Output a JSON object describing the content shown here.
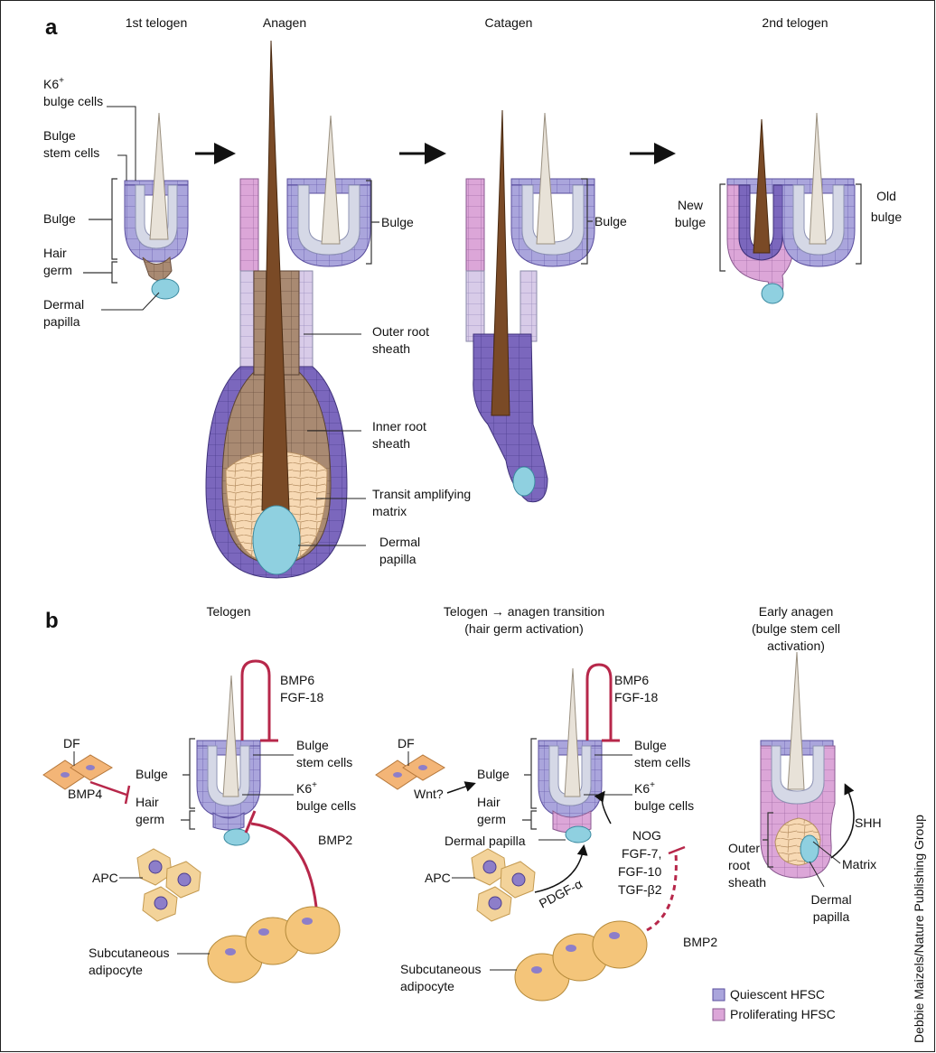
{
  "colors": {
    "quiescent": "#a9a3d9",
    "quiescent_dark": "#6f5fb0",
    "proliferating": "#d9a3d6",
    "hair_shaft": "#7a4a26",
    "club_hair": "#e6e0d6",
    "dermal_papilla": "#8fd0e0",
    "matrix": "#f6d7b0",
    "inner_root_sheath": "#a98970",
    "adipocyte": "#f4c57a",
    "inhibition": "#b7274a"
  },
  "panel_a": {
    "letter": "a",
    "stages": [
      "1st telogen",
      "Anagen",
      "Catagen",
      "2nd telogen"
    ],
    "labels": {
      "k6_l1": "K6",
      "k6_sup": "+",
      "k6_l2": "bulge cells",
      "bulge_stem_l1": "Bulge",
      "bulge_stem_l2": "stem cells",
      "bulge": "Bulge",
      "hair_germ_l1": "Hair",
      "hair_germ_l2": "germ",
      "dermal_papilla_l1": "Dermal",
      "dermal_papilla_l2": "papilla",
      "bulge_anagen": "Bulge",
      "ors_l1": "Outer root",
      "ors_l2": "sheath",
      "irs_l1": "Inner root",
      "irs_l2": "sheath",
      "tam_l1": "Transit amplifying",
      "tam_l2": "matrix",
      "dp2_l1": "Dermal",
      "dp2_l2": "papilla",
      "bulge_catagen": "Bulge",
      "new_bulge_l1": "New",
      "new_bulge_l2": "bulge",
      "old_bulge_l1": "Old",
      "old_bulge_l2": "bulge"
    }
  },
  "panel_b": {
    "letter": "b",
    "telogen": {
      "title": "Telogen",
      "bmp6": "BMP6",
      "fgf18": "FGF-18",
      "df": "DF",
      "bmp4": "BMP4",
      "bulge": "Bulge",
      "hair_germ_l1": "Hair",
      "hair_germ_l2": "germ",
      "bulge_stem_l1": "Bulge",
      "bulge_stem_l2": "stem cells",
      "k6_l1": "K6",
      "k6_sup": "+",
      "k6_l2": "bulge cells",
      "bmp2": "BMP2",
      "apc": "APC",
      "adipocyte_l1": "Subcutaneous",
      "adipocyte_l2": "adipocyte"
    },
    "transition": {
      "title_l1": "Telogen → anagen transition",
      "title_l2": "(hair germ activation)",
      "bmp6": "BMP6",
      "fgf18": "FGF-18",
      "df": "DF",
      "wnt": "Wnt?",
      "bulge": "Bulge",
      "hair_germ_l1": "Hair",
      "hair_germ_l2": "germ",
      "bulge_stem_l1": "Bulge",
      "bulge_stem_l2": "stem cells",
      "k6_l1": "K6",
      "k6_sup": "+",
      "k6_l2": "bulge cells",
      "dermal_papilla": "Dermal papilla",
      "factors": [
        "NOG",
        "FGF-7,",
        "FGF-10",
        "TGF-β2"
      ],
      "pdgf": "PDGF-α",
      "bmp2": "BMP2",
      "apc": "APC",
      "adipocyte_l1": "Subcutaneous",
      "adipocyte_l2": "adipocyte"
    },
    "early_anagen": {
      "title_l1": "Early anagen",
      "title_l2": "(bulge stem cell",
      "title_l3": "activation)",
      "shh": "SHH",
      "ors_l1": "Outer",
      "ors_l2": "root",
      "ors_l3": "sheath",
      "matrix": "Matrix",
      "dp_l1": "Dermal",
      "dp_l2": "papilla"
    },
    "legend": {
      "quiescent": "Quiescent HFSC",
      "proliferating": "Proliferating HFSC"
    }
  },
  "credit": "Debbie Maizels/Nature Publishing Group"
}
